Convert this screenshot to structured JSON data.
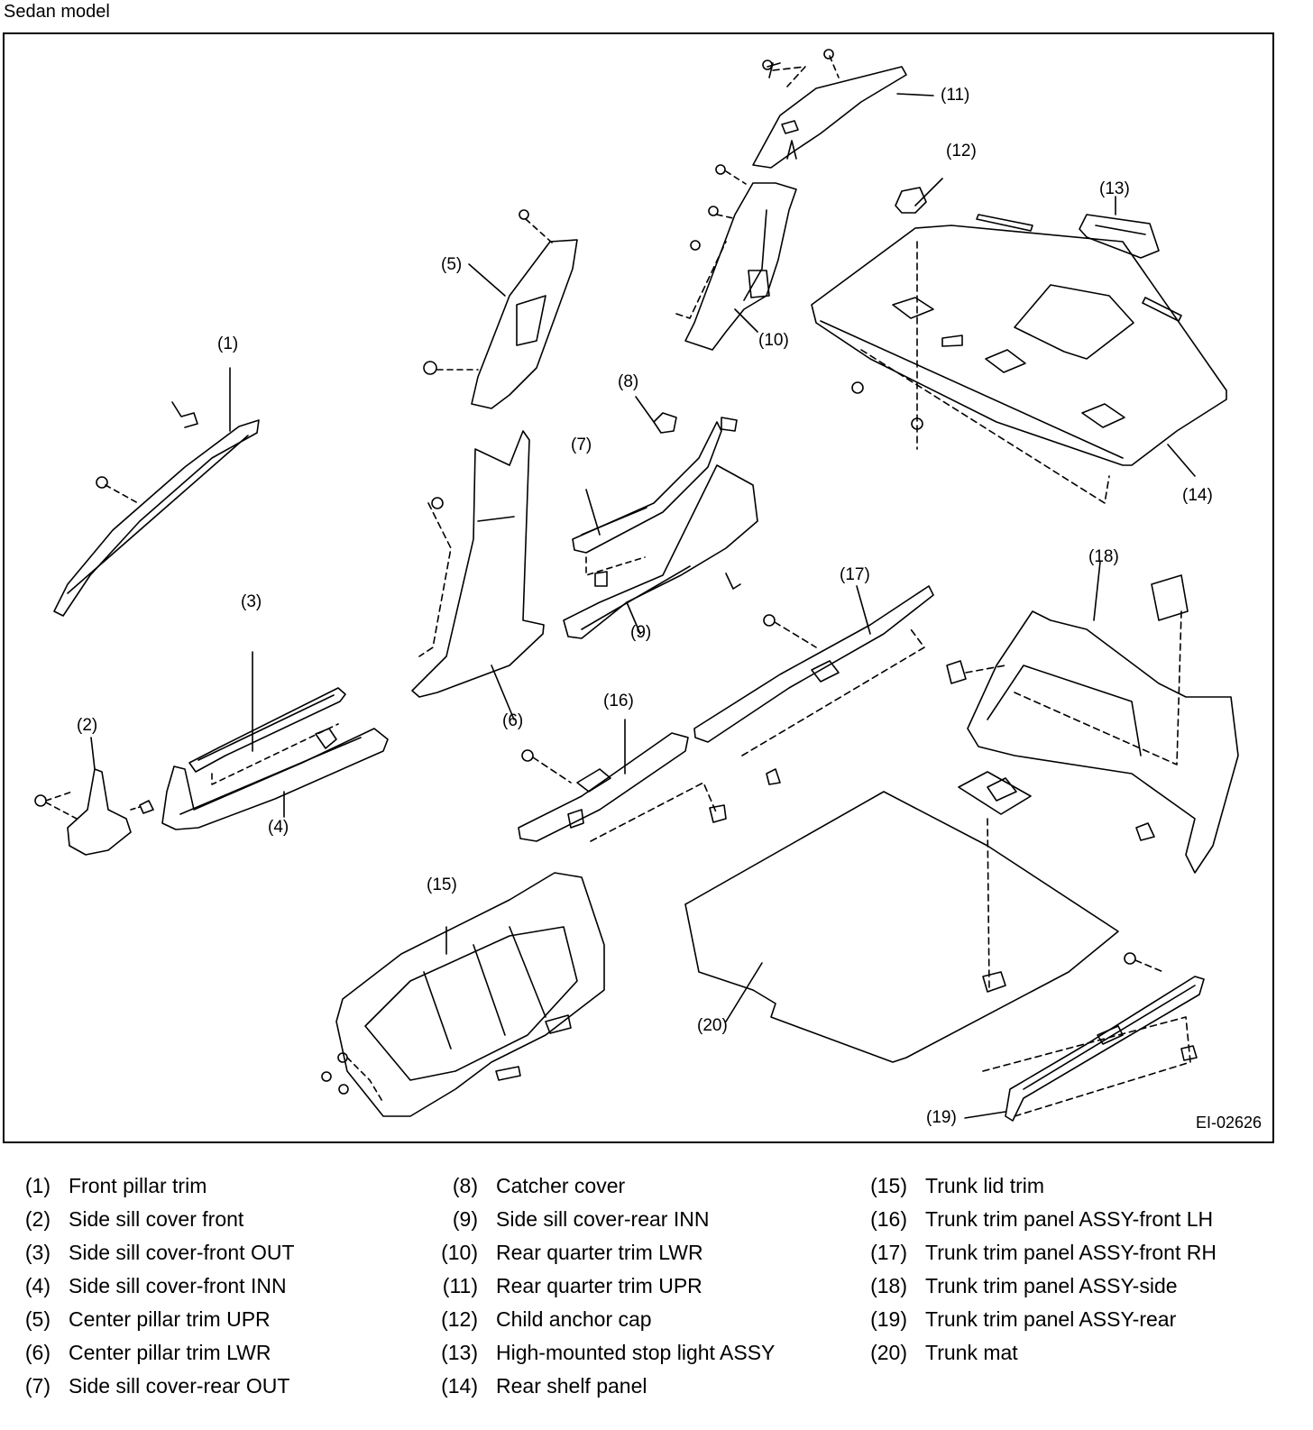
{
  "header": {
    "title": "Sedan model"
  },
  "diagram": {
    "ref_code": "EI-02626",
    "callouts": [
      "(1)",
      "(2)",
      "(3)",
      "(4)",
      "(5)",
      "(6)",
      "(7)",
      "(8)",
      "(9)",
      "(10)",
      "(11)",
      "(12)",
      "(13)",
      "(14)",
      "(15)",
      "(16)",
      "(17)",
      "(18)",
      "(19)",
      "(20)"
    ]
  },
  "legend": {
    "col1": [
      {
        "num": "(1)",
        "name": "Front pillar trim"
      },
      {
        "num": "(2)",
        "name": "Side sill cover front"
      },
      {
        "num": "(3)",
        "name": "Side sill cover-front OUT"
      },
      {
        "num": "(4)",
        "name": "Side sill cover-front INN"
      },
      {
        "num": "(5)",
        "name": "Center pillar trim UPR"
      },
      {
        "num": "(6)",
        "name": "Center pillar trim LWR"
      },
      {
        "num": "(7)",
        "name": "Side sill cover-rear OUT"
      }
    ],
    "col2": [
      {
        "num": "(8)",
        "name": "Catcher cover"
      },
      {
        "num": "(9)",
        "name": "Side sill cover-rear INN"
      },
      {
        "num": "(10)",
        "name": "Rear quarter trim LWR"
      },
      {
        "num": "(11)",
        "name": "Rear quarter trim UPR"
      },
      {
        "num": "(12)",
        "name": "Child anchor cap"
      },
      {
        "num": "(13)",
        "name": "High-mounted stop light ASSY"
      },
      {
        "num": "(14)",
        "name": "Rear shelf panel"
      }
    ],
    "col3": [
      {
        "num": "(15)",
        "name": "Trunk lid trim"
      },
      {
        "num": "(16)",
        "name": "Trunk trim panel ASSY-front LH"
      },
      {
        "num": "(17)",
        "name": "Trunk trim panel ASSY-front RH"
      },
      {
        "num": "(18)",
        "name": "Trunk trim panel ASSY-side"
      },
      {
        "num": "(19)",
        "name": "Trunk trim panel ASSY-rear"
      },
      {
        "num": "(20)",
        "name": "Trunk mat"
      }
    ]
  }
}
